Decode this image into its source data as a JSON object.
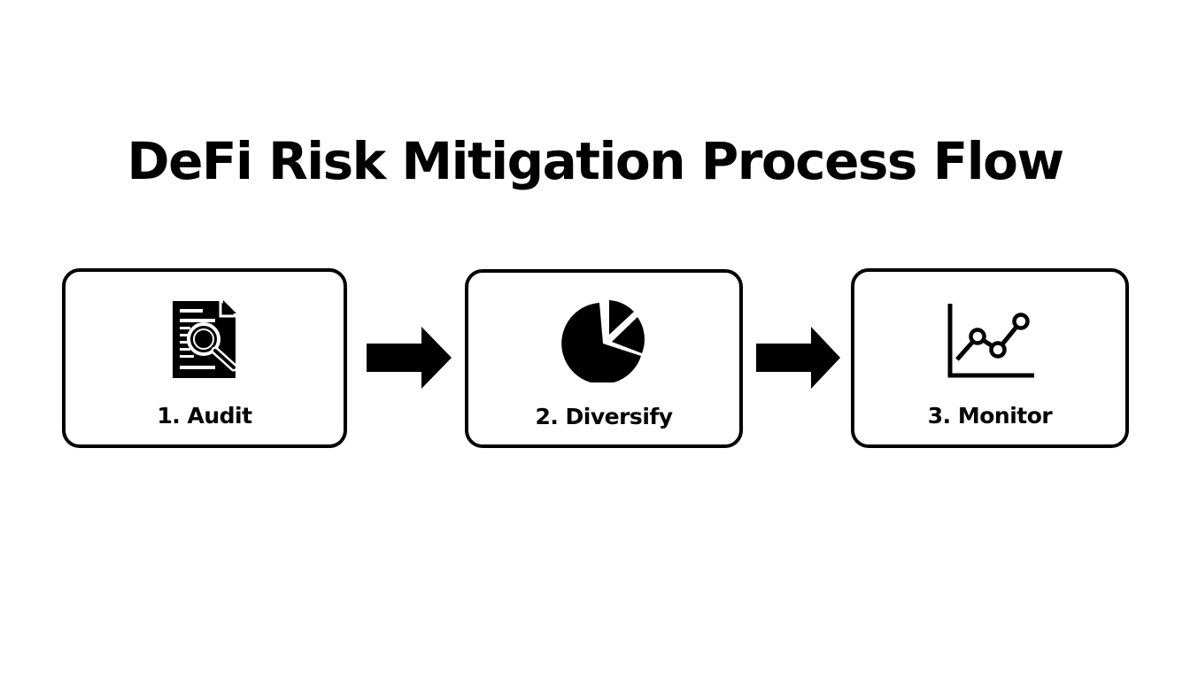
{
  "diagram": {
    "title": "DeFi Risk Mitigation Process Flow",
    "steps": [
      {
        "number": 1,
        "label": "1. Audit",
        "icon": "document-search-icon"
      },
      {
        "number": 2,
        "label": "2. Diversify",
        "icon": "pie-chart-icon"
      },
      {
        "number": 3,
        "label": "3. Monitor",
        "icon": "line-chart-icon"
      }
    ],
    "connectors": [
      {
        "from": 1,
        "to": 2,
        "icon": "arrow-right-icon"
      },
      {
        "from": 2,
        "to": 3,
        "icon": "arrow-right-icon"
      }
    ],
    "colors": {
      "background": "#ffffff",
      "foreground": "#000000"
    }
  }
}
